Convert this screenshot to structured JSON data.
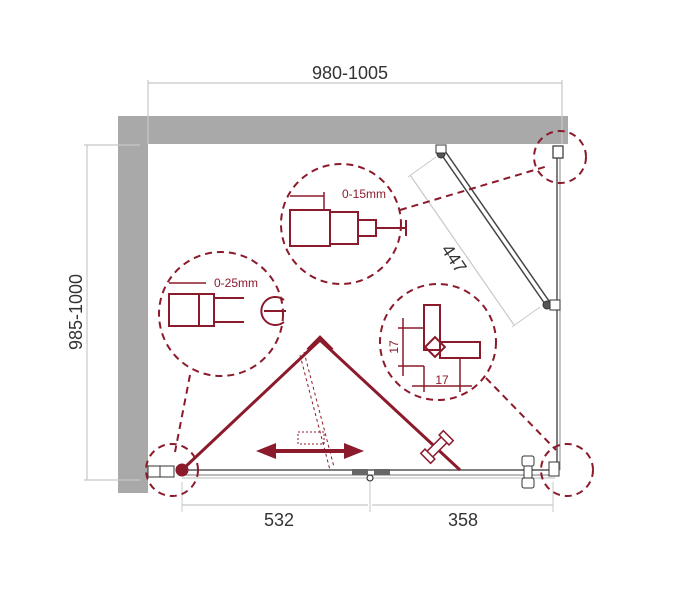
{
  "diagram": {
    "title": "Shower enclosure plan view (top-down technical drawing)",
    "colors": {
      "wall": "#a9a9aa",
      "dimension_line": "#c8c8c8",
      "dimension_text": "#333333",
      "detail_accent": "#8b1a2b",
      "frame_line": "#555555"
    },
    "dimensions": {
      "width_label": "980-1005",
      "depth_label": "985-1000",
      "fixed_panel_length": "447",
      "door_left_segment": "532",
      "door_right_segment": "358"
    },
    "details": {
      "top_profile_adjustment": "0-15mm",
      "left_profile_adjustment": "0-25mm",
      "corner_profile_vertical": "17",
      "corner_profile_horizontal": "17"
    },
    "indicators": {
      "slide_direction": "double-headed-arrow"
    }
  }
}
